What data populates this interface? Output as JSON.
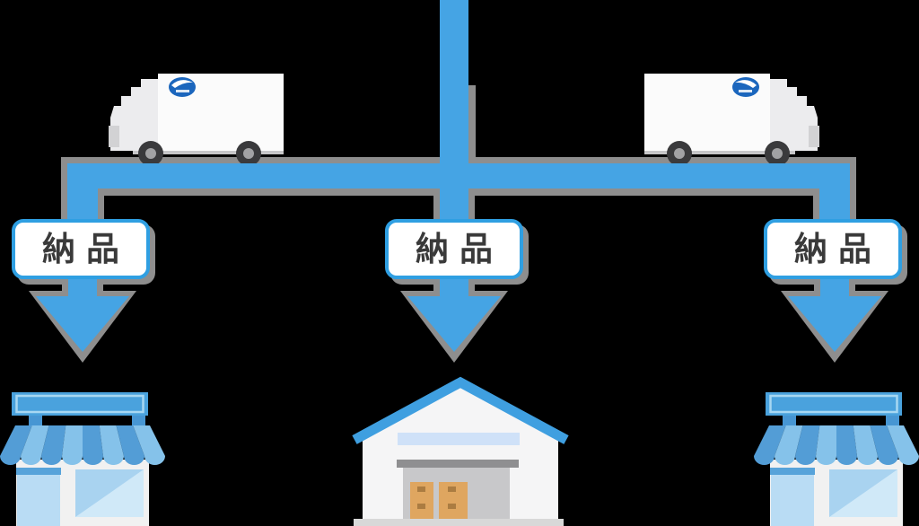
{
  "diagram": {
    "name": "delivery-flow-diagram",
    "background_color": "#000000",
    "connector": {
      "line_color": "#45a4e4",
      "shadow_color": "#8e8e8e",
      "description": "one supply line from top splits into three downward delivery arrows"
    },
    "labels": [
      {
        "id": "left",
        "text": "納品"
      },
      {
        "id": "center",
        "text": "納品"
      },
      {
        "id": "right",
        "text": "納品"
      }
    ],
    "label_style": {
      "background": "#ffffff",
      "border_color": "#2f9fe2",
      "text_color": "#3a3a3a"
    },
    "icons": [
      "truck-left-icon",
      "truck-right-icon",
      "brand-logo-oval-icon",
      "arrow-down-left-icon",
      "arrow-down-center-icon",
      "arrow-down-right-icon",
      "store-left-icon",
      "warehouse-icon",
      "store-right-icon"
    ],
    "palette": {
      "truck_body": "#fbfbfb",
      "truck_cab": "#ececee",
      "truck_chassis": "#c6c6c8",
      "truck_wheel": "#3a3a3c",
      "truck_hub": "#a2a2a4",
      "logo_blue": "#1b66bd",
      "store_sign_blue": "#4aa2dd",
      "awning_dark_blue": "#539dd6",
      "awning_light_blue": "#85c2ea",
      "store_body": "#f1f1f1",
      "door_light_blue": "#b9dcf4",
      "window_blue": "#a9d3f0",
      "window_highlight": "#d0e9f8",
      "warehouse_roof_blue": "#3f9fe0",
      "warehouse_wall": "#f5f5f6",
      "warehouse_window_strip": "#cfe1f8",
      "warehouse_lintel": "#8f8f91",
      "warehouse_door": "#c8c8ca",
      "crate_tan": "#dfa660",
      "crate_dot": "#ab7c41",
      "ground_gray": "#d8d8d8"
    }
  }
}
